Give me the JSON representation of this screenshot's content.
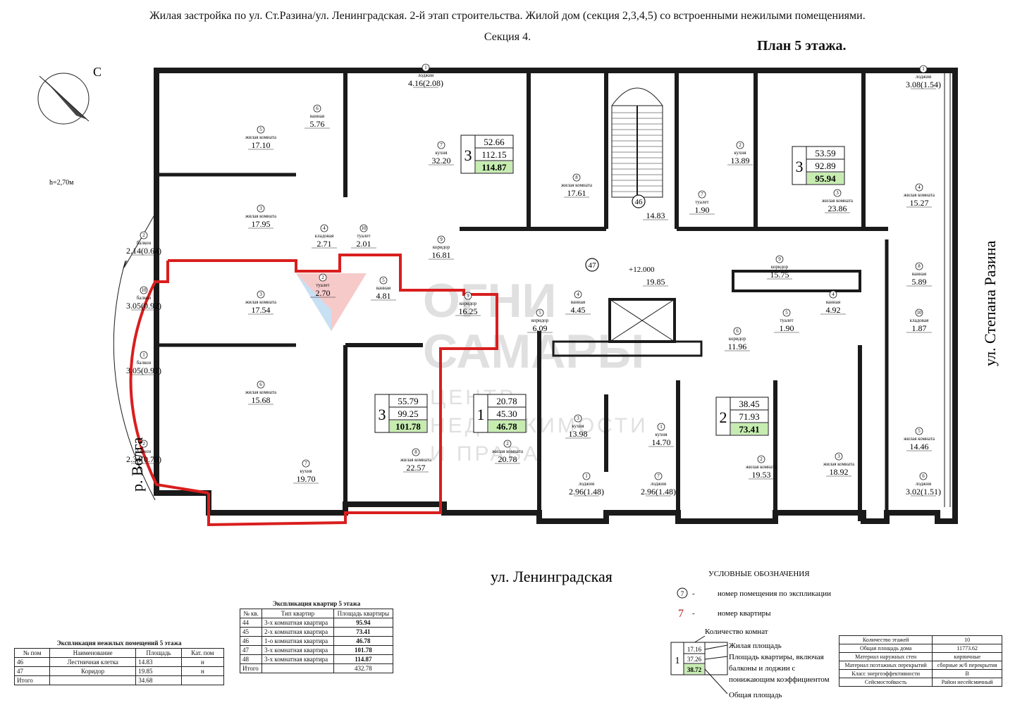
{
  "header": {
    "title_line1": "Жилая застройка по ул. Ст.Разина/ул. Ленинградская. 2-й этап  строительства. Жилой дом (секция 2,3,4,5) со встроенными нежилыми помещениями.",
    "title_line2": "Секция 4.",
    "plan_title": "План 5 этажа."
  },
  "compass": {
    "north_label": "С"
  },
  "height_note": "h=2,70м",
  "streets": {
    "bottom": "ул. Ленинградская",
    "right": "ул. Степана Разина",
    "left": "р. Волга"
  },
  "watermark": {
    "line1": "ОГНИ",
    "line2": "САМАРЫ",
    "sub1": "ЦЕНТР",
    "sub2": "НЕДВИЖИМОСТИ",
    "sub3": "И ПРАВА"
  },
  "levels": {
    "elevation": "+12.000"
  },
  "apartments": [
    {
      "num": "48",
      "rooms": "3",
      "living": "52.66",
      "total": "112.15",
      "gross": "114.87"
    },
    {
      "num": "44",
      "rooms": "3",
      "living": "53.59",
      "total": "92.89",
      "gross": "95.94"
    },
    {
      "num": "47",
      "rooms": "3",
      "living": "55.79",
      "total": "99.25",
      "gross": "101.78"
    },
    {
      "num": "46",
      "rooms": "1",
      "living": "20.78",
      "total": "45.30",
      "gross": "46.78"
    },
    {
      "num": "45",
      "rooms": "2",
      "living": "38.45",
      "total": "71.93",
      "gross": "73.41"
    }
  ],
  "circle_labels": [
    "46",
    "47"
  ],
  "rooms": [
    {
      "n": "1",
      "name": "лоджия",
      "area": "4.16(2.08)"
    },
    {
      "n": "6",
      "name": "ванная",
      "area": "5.76"
    },
    {
      "n": "5",
      "name": "жилая комната",
      "area": "17.10"
    },
    {
      "n": "7",
      "name": "кухня",
      "area": "32.20"
    },
    {
      "n": "8",
      "name": "жилая комната",
      "area": "17.61"
    },
    {
      "n": "3",
      "name": "жилая комната",
      "area": "17.95"
    },
    {
      "n": "4",
      "name": "кладовая",
      "area": "2.71"
    },
    {
      "n": "10",
      "name": "туалет",
      "area": "2.01"
    },
    {
      "n": "9",
      "name": "коридор",
      "area": "16.81"
    },
    {
      "n": "2",
      "name": "балкон",
      "area": "2.14(0.64)"
    },
    {
      "n": "2",
      "name": "туалет",
      "area": "2.70"
    },
    {
      "n": "5",
      "name": "ванная",
      "area": "4.81"
    },
    {
      "n": "3",
      "name": "жилая комната",
      "area": "17.54"
    },
    {
      "n": "10",
      "name": "балкон",
      "area": "3.05(0.92)"
    },
    {
      "n": "9",
      "name": "коридор",
      "area": "16.25"
    },
    {
      "n": "1",
      "name": "балкон",
      "area": "3.05(0.91)"
    },
    {
      "n": "6",
      "name": "жилая комната",
      "area": "15.68"
    },
    {
      "n": "2",
      "name": "балкон",
      "area": "2.34(0.70)"
    },
    {
      "n": "7",
      "name": "кухня",
      "area": "19.70"
    },
    {
      "n": "8",
      "name": "жилая комната",
      "area": "22.57"
    },
    {
      "n": "2",
      "name": "жилая комната",
      "area": "20.78"
    },
    {
      "n": "",
      "name": "",
      "area": "14.83"
    },
    {
      "n": "2",
      "name": "кухня",
      "area": "13.89"
    },
    {
      "n": "7",
      "name": "туалет",
      "area": "1.90"
    },
    {
      "n": "3",
      "name": "жилая комната",
      "area": "23.86"
    },
    {
      "n": "4",
      "name": "жилая комната",
      "area": "15.27"
    },
    {
      "n": "1",
      "name": "лоджия",
      "area": "3.08(1.54)"
    },
    {
      "n": "",
      "name": "",
      "area": "19.85"
    },
    {
      "n": "9",
      "name": "коридор",
      "area": "15.75"
    },
    {
      "n": "4",
      "name": "ванная",
      "area": "4.45"
    },
    {
      "n": "5",
      "name": "коридор",
      "area": "6.09"
    },
    {
      "n": "4",
      "name": "ванная",
      "area": "4.92"
    },
    {
      "n": "5",
      "name": "туалет",
      "area": "1.90"
    },
    {
      "n": "8",
      "name": "ванная",
      "area": "5.89"
    },
    {
      "n": "10",
      "name": "кладовая",
      "area": "1.87"
    },
    {
      "n": "6",
      "name": "коридор",
      "area": "11.96"
    },
    {
      "n": "3",
      "name": "кухня",
      "area": "13.98"
    },
    {
      "n": "1",
      "name": "кухня",
      "area": "14.70"
    },
    {
      "n": "2",
      "name": "жилая комната",
      "area": "19.53"
    },
    {
      "n": "3",
      "name": "жилая комната",
      "area": "18.92"
    },
    {
      "n": "5",
      "name": "жилая комната",
      "area": "14.46"
    },
    {
      "n": "1",
      "name": "лоджия",
      "area": "2.96(1.48)"
    },
    {
      "n": "7",
      "name": "лоджия",
      "area": "2.96(1.48)"
    },
    {
      "n": "6",
      "name": "лоджия",
      "area": "3.02(1.51)"
    }
  ],
  "legend": {
    "title": "УСЛОВНЫЕ ОБОЗНАЧЕНИЯ",
    "sample_room_num": "7",
    "room_num_text": "номер помещения по экспликации",
    "sample_apt_num": "7",
    "apt_num_text": "номер квартиры",
    "rooms_count_label": "Количество комнат",
    "sample_rooms": "1",
    "sample_living": "17.16",
    "sample_total": "37.26",
    "sample_gross": "38.72",
    "living_label": "Жилая площадь",
    "total_label_1": "Площадь квартиры, включая",
    "total_label_2": "балконы и лоджии с",
    "total_label_3": "понижающим коэффициентом",
    "gross_label": "Общая площадь"
  },
  "nonres_table": {
    "caption": "Экспликация нежилых помещений  5 этажа",
    "headers": [
      "№ пом",
      "Наименование",
      "Площадь",
      "Кат. пом"
    ],
    "rows": [
      [
        "46",
        "Лестничная клетка",
        "14.83",
        "н"
      ],
      [
        "47",
        "Коридор",
        "19.85",
        "н"
      ]
    ],
    "total_label": "Итого",
    "total_value": "34.68"
  },
  "apt_table": {
    "caption": "Экспликация квартир  5 этажа",
    "headers": [
      "№ кв.",
      "Тип квартир",
      "Площадь квартиры"
    ],
    "rows": [
      [
        "44",
        "3-х комнатная квартира",
        "95.94"
      ],
      [
        "45",
        "2-х комнатная квартира",
        "73.41"
      ],
      [
        "46",
        "1-о комнатная квартира",
        "46.78"
      ],
      [
        "47",
        "3-х комнатная квартира",
        "101.78"
      ],
      [
        "48",
        "3-х комнатная квартира",
        "114.87"
      ]
    ],
    "total_label": "Итого",
    "total_value": "432.78"
  },
  "building_table": {
    "rows": [
      [
        "Количество этажей",
        "10"
      ],
      [
        "Общая площадь дома",
        "11773.62"
      ],
      [
        "Материал наружных стен",
        "кирпичные"
      ],
      [
        "Материал поэтажных перекрытий",
        "сборные ж/б перекрытия"
      ],
      [
        "Класс энергоэффективности",
        "B"
      ],
      [
        "Сейсмостойкость",
        "Район несейсмичный"
      ]
    ]
  },
  "colors": {
    "highlight": "#d91e1e",
    "gross_fill": "#c6ecb0",
    "wall": "#1a1a1a",
    "watermark": "#c8c8c8",
    "watermark_red": "#f2a0a0",
    "watermark_blue": "#9cc8ec"
  }
}
